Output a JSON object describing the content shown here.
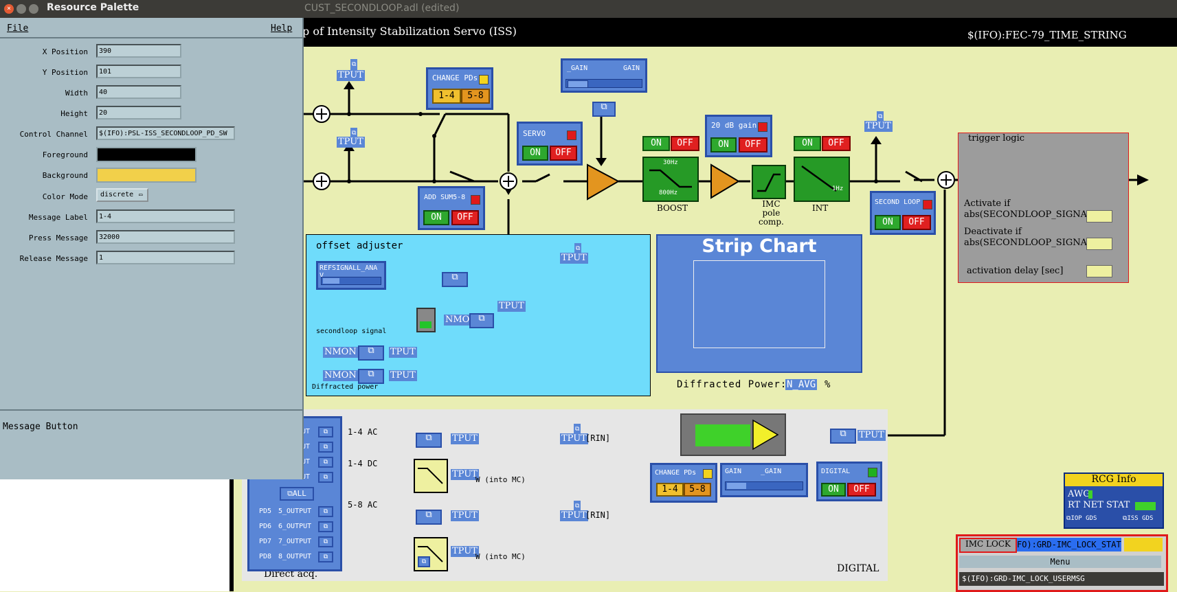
{
  "window": {
    "title": "CUST_SECONDLOOP.adl (edited)"
  },
  "header": {
    "title": "p of Intensity Stabilization Servo (ISS)",
    "time_string": "$(IFO):FEC-79_TIME_STRING"
  },
  "palette": {
    "title": "Resource Palette",
    "menu_file": "File",
    "menu_help": "Help",
    "fields": [
      {
        "label": "X Position",
        "value": "390"
      },
      {
        "label": "Y Position",
        "value": "101"
      },
      {
        "label": "Width",
        "value": "40"
      },
      {
        "label": "Height",
        "value": "20"
      },
      {
        "label": "Control Channel",
        "value": "$(IFO):PSL-ISS_SECONDLOOP_PD_SW"
      },
      {
        "label": "Foreground",
        "value": ""
      },
      {
        "label": "Background",
        "value": ""
      },
      {
        "label": "Color Mode",
        "value": "discrete"
      },
      {
        "label": "Message Label",
        "value": "1-4"
      },
      {
        "label": "Press Message",
        "value": "32000"
      },
      {
        "label": "Release Message",
        "value": "1"
      }
    ],
    "foreground_color": "#000000",
    "background_color": "#f2d04a",
    "object_type": "Message Button"
  },
  "top_section": {
    "change_pds": {
      "label": "CHANGE PDs",
      "btn1": "1-4",
      "btn2": "5-8"
    },
    "gain": {
      "left": "_GAIN",
      "right": "GAIN"
    },
    "servo": {
      "label": "SERVO",
      "on": "ON",
      "off": "OFF"
    },
    "add_sum": {
      "label": "ADD SUM5-8",
      "on": "ON",
      "off": "OFF"
    },
    "boost": {
      "label": "BOOST",
      "hi": "30Hz",
      "lo": "800Hz",
      "on": "ON",
      "off": "OFF"
    },
    "db20": {
      "label": "20 dB gain",
      "on": "ON",
      "off": "OFF"
    },
    "imc_pole": {
      "l1": "IMC",
      "l2": "pole",
      "l3": "comp."
    },
    "int": {
      "label": "INT",
      "freq": "1Hz",
      "on": "ON",
      "off": "OFF"
    },
    "second_loop": {
      "label": "SECOND LOOP",
      "on": "ON",
      "off": "OFF"
    },
    "tput": "TPUT"
  },
  "trigger": {
    "title": "trigger logic",
    "activate_1": "Activate if",
    "activate_2": "abs(SECONDLOOP_SIGNAL) <",
    "deactivate_1": "Deactivate if",
    "deactivate_2": "abs(SECONDLOOP_SIGNAL) >",
    "delay": "activation delay [sec]"
  },
  "offset": {
    "title": "offset adjuster",
    "slider_label": "REFSIGNALL_ANA V",
    "signal_label": "secondloop signal",
    "diff_label": "Diffracted power",
    "nmon": "NMON",
    "tput": "TPUT"
  },
  "strip": {
    "title": "Strip Chart",
    "diff_label": "Diffracted Power:",
    "diff_value": "N_AVG",
    "diff_unit": "%"
  },
  "digital": {
    "label": "DIGITAL",
    "direct": "Direct acq.",
    "ac14": "1-4 AC",
    "dc14": "1-4 DC",
    "ac58": "5-8 AC",
    "into_mc": "W (into MC)",
    "rin": "[RIN]",
    "all": "ALL",
    "change_pds": {
      "label": "CHANGE PDs",
      "btn1": "1-4",
      "btn2": "5-8"
    },
    "gain": {
      "left": "GAIN",
      "right": "_GAIN"
    },
    "digital_sw": {
      "label": "DIGITAL",
      "on": "ON",
      "off": "OFF"
    },
    "pd_rows": [
      {
        "pd": "PD5",
        "out": "5_OUTPUT"
      },
      {
        "pd": "PD6",
        "out": "6_OUTPUT"
      },
      {
        "pd": "PD7",
        "out": "7_OUTPUT"
      },
      {
        "pd": "PD8",
        "out": "8_OUTPUT"
      }
    ],
    "upper_rows": [
      "UT",
      "UT",
      "UT",
      "UT"
    ]
  },
  "rcg": {
    "title": "RCG Info",
    "awg": "AWG",
    "rt": "RT NET STAT",
    "iop": "IOP GDS",
    "iss": "ISS GDS"
  },
  "imc": {
    "lock": "IMC LOCK",
    "stat": "FO):GRD-IMC_LOCK_STAT",
    "menu": "Menu",
    "usermsg": "$(IFO):GRD-IMC_LOCK_USERMSG"
  },
  "colors": {
    "background": "#e9eeb3",
    "blue": "#5a86d6",
    "cyan": "#6fdcfb",
    "green": "#269a26",
    "orange": "#e3951f",
    "red": "#e01a1a",
    "yellow": "#f2d31f"
  }
}
